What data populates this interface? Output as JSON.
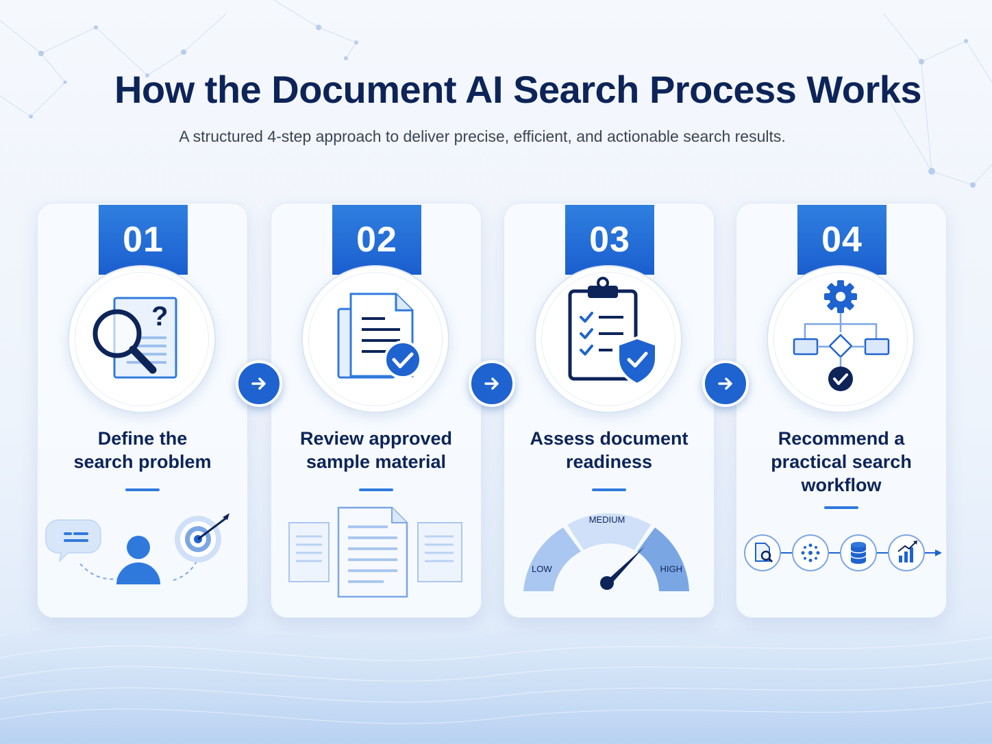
{
  "header": {
    "title": "How the Document AI Search Process Works",
    "subtitle": "A structured 4-step approach to deliver precise, efficient, and actionable search results."
  },
  "steps": [
    {
      "number": "01",
      "title_lines": [
        "Define the",
        "search problem"
      ],
      "icon": "magnifier-document-question-icon"
    },
    {
      "number": "02",
      "title_lines": [
        "Review approved",
        "sample material"
      ],
      "icon": "document-check-icon"
    },
    {
      "number": "03",
      "title_lines": [
        "Assess document",
        "readiness"
      ],
      "icon": "clipboard-shield-icon"
    },
    {
      "number": "04",
      "title_lines": [
        "Recommend a",
        "practical search",
        "workflow"
      ],
      "icon": "workflow-gear-icon"
    }
  ],
  "gauge": {
    "low_label": "LOW",
    "medium_label": "MEDIUM",
    "high_label": "HIGH",
    "needle_level": 0.8
  },
  "colors": {
    "primary": "#1e63cf",
    "title": "#0d2459",
    "light": "#a9c7f0"
  }
}
